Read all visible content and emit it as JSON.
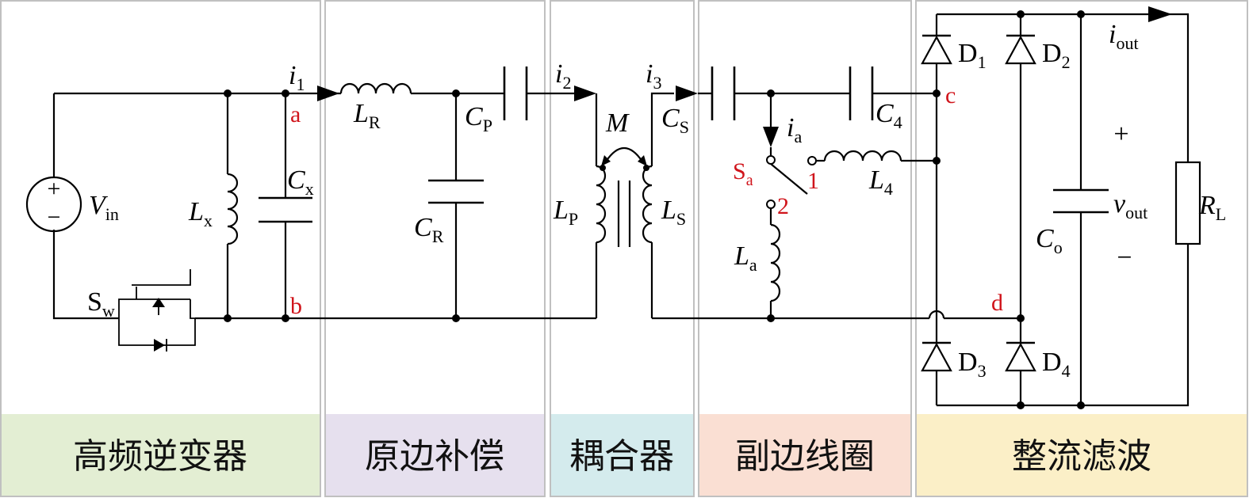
{
  "colors": {
    "section_fills": [
      "#e3eed3",
      "#e6e0ee",
      "#d4ebed",
      "#fadfd3",
      "#fbefc7"
    ],
    "node_label": "#d0141b",
    "border": "#c0c0c0"
  },
  "sections": [
    {
      "label": "高频逆变器"
    },
    {
      "label": "原边补偿"
    },
    {
      "label": "耦合器"
    },
    {
      "label": "副边线圈"
    },
    {
      "label": "整流滤波"
    }
  ],
  "components": {
    "vin": {
      "sym": "V",
      "sub": "in"
    },
    "sw": {
      "sym": "S",
      "sub": "w"
    },
    "lx": {
      "sym": "L",
      "sub": "x"
    },
    "cx": {
      "sym": "C",
      "sub": "x"
    },
    "lr": {
      "sym": "L",
      "sub": "R"
    },
    "cp": {
      "sym": "C",
      "sub": "P"
    },
    "cr": {
      "sym": "C",
      "sub": "R"
    },
    "m": {
      "sym": "M"
    },
    "lp": {
      "sym": "L",
      "sub": "P"
    },
    "ls": {
      "sym": "L",
      "sub": "S"
    },
    "cs": {
      "sym": "C",
      "sub": "S"
    },
    "c4": {
      "sym": "C",
      "sub": "4"
    },
    "sa": {
      "sym": "S",
      "sub": "a"
    },
    "l4": {
      "sym": "L",
      "sub": "4"
    },
    "la": {
      "sym": "L",
      "sub": "a"
    },
    "d1": {
      "sym": "D",
      "sub": "1"
    },
    "d2": {
      "sym": "D",
      "sub": "2"
    },
    "d3": {
      "sym": "D",
      "sub": "3"
    },
    "d4": {
      "sym": "D",
      "sub": "4"
    },
    "co": {
      "sym": "C",
      "sub": "o"
    },
    "vout": {
      "sym": "v",
      "sub": "out"
    },
    "rl": {
      "sym": "R",
      "sub": "L"
    }
  },
  "currents": {
    "i1": {
      "sym": "i",
      "sub": "1"
    },
    "i2": {
      "sym": "i",
      "sub": "2"
    },
    "i3": {
      "sym": "i",
      "sub": "3"
    },
    "ia": {
      "sym": "i",
      "sub": "a"
    },
    "iout": {
      "sym": "i",
      "sub": "out"
    }
  },
  "nodes": {
    "a": "a",
    "b": "b",
    "c": "c",
    "d": "d",
    "pos1": "1",
    "pos2": "2"
  },
  "polarity": {
    "plus": "+",
    "minus": "−",
    "vin_plus": "+",
    "vin_minus": "−"
  }
}
